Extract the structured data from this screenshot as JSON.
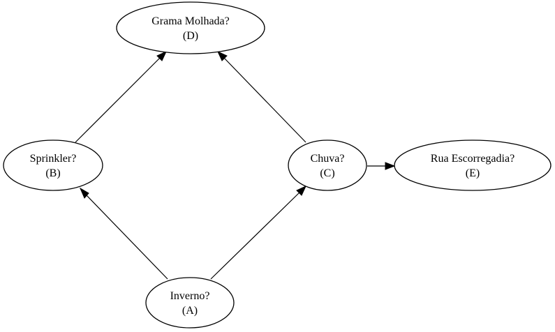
{
  "graph": {
    "nodes": [
      {
        "id": "D",
        "label": "Grama Molhada?",
        "sublabel": "(D)"
      },
      {
        "id": "B",
        "label": "Sprinkler?",
        "sublabel": "(B)"
      },
      {
        "id": "C",
        "label": "Chuva?",
        "sublabel": "(C)"
      },
      {
        "id": "E",
        "label": "Rua Escorregadia?",
        "sublabel": "(E)"
      },
      {
        "id": "A",
        "label": "Inverno?",
        "sublabel": "(A)"
      }
    ],
    "edges": [
      {
        "from": "A",
        "to": "B"
      },
      {
        "from": "A",
        "to": "C"
      },
      {
        "from": "B",
        "to": "D"
      },
      {
        "from": "C",
        "to": "D"
      },
      {
        "from": "C",
        "to": "E"
      }
    ],
    "colors": {
      "stroke": "#000000",
      "fill": "#ffffff",
      "text": "#000000"
    }
  }
}
